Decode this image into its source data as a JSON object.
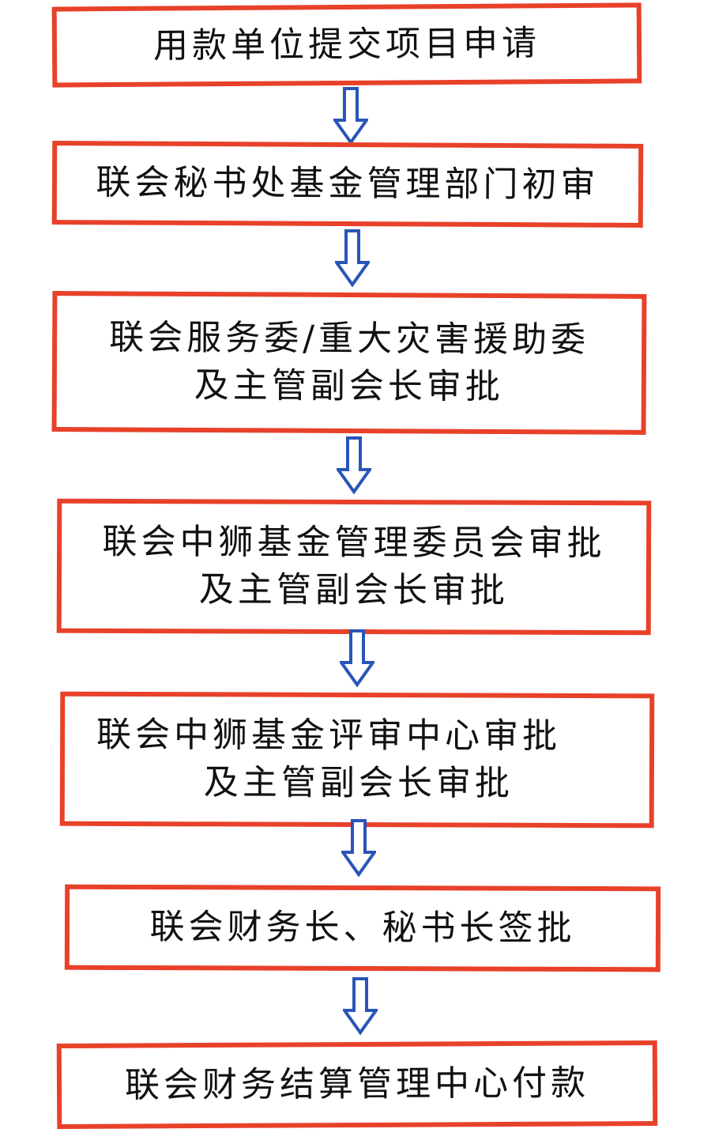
{
  "flowchart": {
    "accent_border_color": "#e8412a",
    "arrow_color": "#2a55b8",
    "steps": [
      {
        "lines": [
          "用款单位提交项目申请"
        ]
      },
      {
        "lines": [
          "联会秘书处基金管理部门初审"
        ]
      },
      {
        "lines": [
          "联会服务委/重大灾害援助委",
          "及主管副会长审批"
        ]
      },
      {
        "lines": [
          "联会中狮基金管理委员会审批",
          "及主管副会长审批"
        ]
      },
      {
        "lines": [
          "联会中狮基金评审中心审批",
          "及主管副会长审批"
        ]
      },
      {
        "lines": [
          "联会财务长、秘书长签批"
        ]
      },
      {
        "lines": [
          "联会财务结算管理中心付款"
        ]
      }
    ]
  }
}
